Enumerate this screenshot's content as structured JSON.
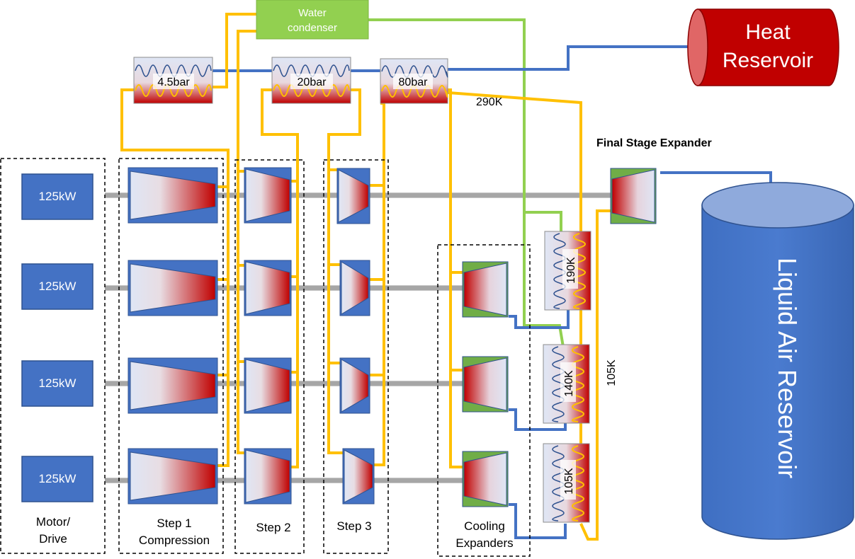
{
  "motors": {
    "power_labels": [
      "125kW",
      "125kW",
      "125kW",
      "125kW"
    ]
  },
  "group_labels": {
    "motor": [
      "Motor/",
      "Drive"
    ],
    "step1": [
      "Step 1",
      "Compression"
    ],
    "step2": "Step 2",
    "step3": "Step 3",
    "cooling": [
      "Cooling",
      "Expanders"
    ]
  },
  "water_condenser": [
    "Water",
    "condenser"
  ],
  "heat_exchangers": {
    "p1": "4.5bar",
    "p2": "20bar",
    "p3": "80bar"
  },
  "temperatures": {
    "t290": "290K",
    "t190": "190K",
    "t140": "140K",
    "t105_hx": "105K",
    "t105_line": "105K"
  },
  "final_stage_label": "Final Stage Expander",
  "heat_reservoir": [
    "Heat",
    "Reservoir"
  ],
  "liquid_air_reservoir": "Liquid Air Reservoir",
  "colors": {
    "motor_blue": "#4472c4",
    "pipe_yellow": "#ffc000",
    "pipe_blue": "#4472c4",
    "pipe_green": "#92d050",
    "heat_red": "#c00000",
    "shaft_gray": "#a6a6a6"
  }
}
